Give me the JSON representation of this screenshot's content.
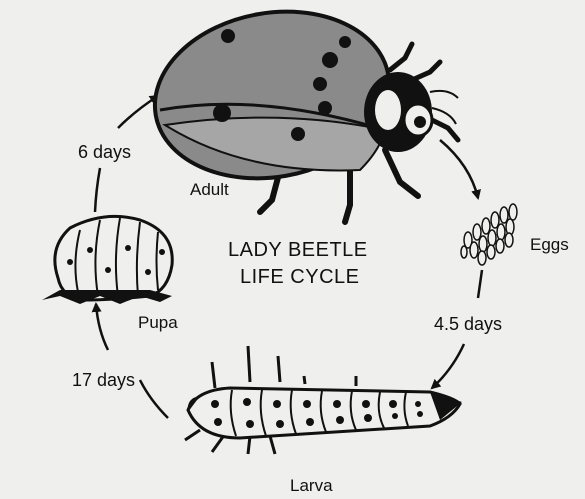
{
  "title": {
    "line1": "LADY BEETLE",
    "line2": "LIFE CYCLE"
  },
  "stages": {
    "adult": "Adult",
    "eggs": "Eggs",
    "larva": "Larva",
    "pupa": "Pupa"
  },
  "durations": {
    "pupa_to_adult": "6 days",
    "eggs_to_larva": "4.5 days",
    "larva_to_pupa": "17 days"
  },
  "colors": {
    "background": "#efefed",
    "ink": "#111111",
    "shell": "#8a8a8a"
  }
}
